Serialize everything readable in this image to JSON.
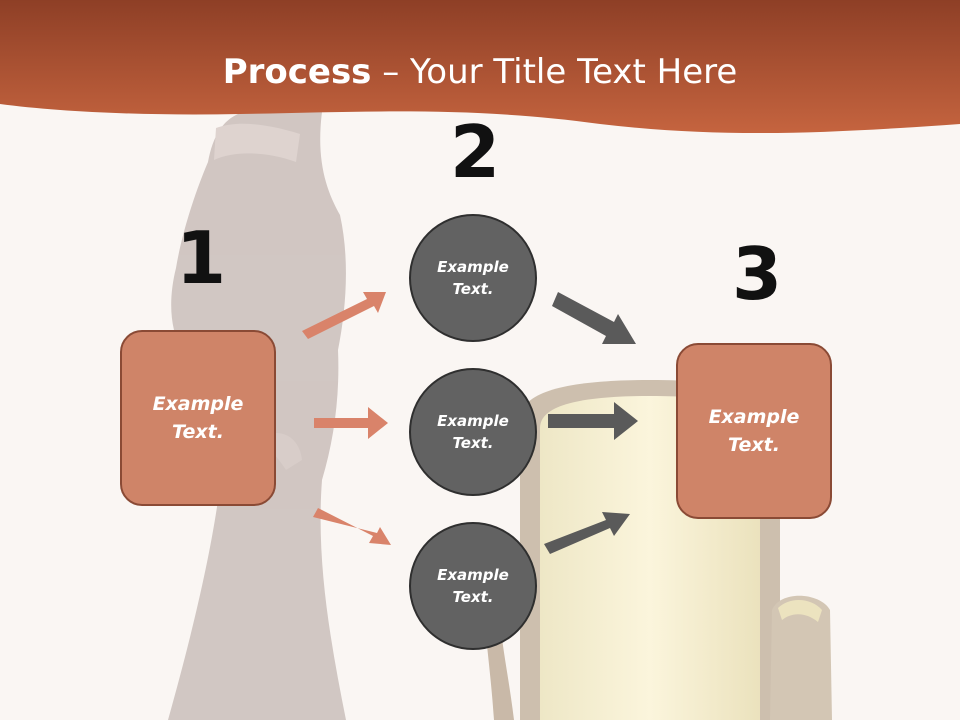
{
  "slide": {
    "title_bold": "Process",
    "title_rest": " – Your Title Text Here",
    "header_color": "#b7583a",
    "accent_color": "#cf8468",
    "circle_color": "#626262"
  },
  "steps": {
    "one": {
      "number": "1",
      "text": "Example Text."
    },
    "two": {
      "number": "2"
    },
    "three": {
      "number": "3",
      "text": "Example Text."
    }
  },
  "circles": [
    {
      "text": "Example Text."
    },
    {
      "text": "Example Text."
    },
    {
      "text": "Example Text."
    }
  ]
}
